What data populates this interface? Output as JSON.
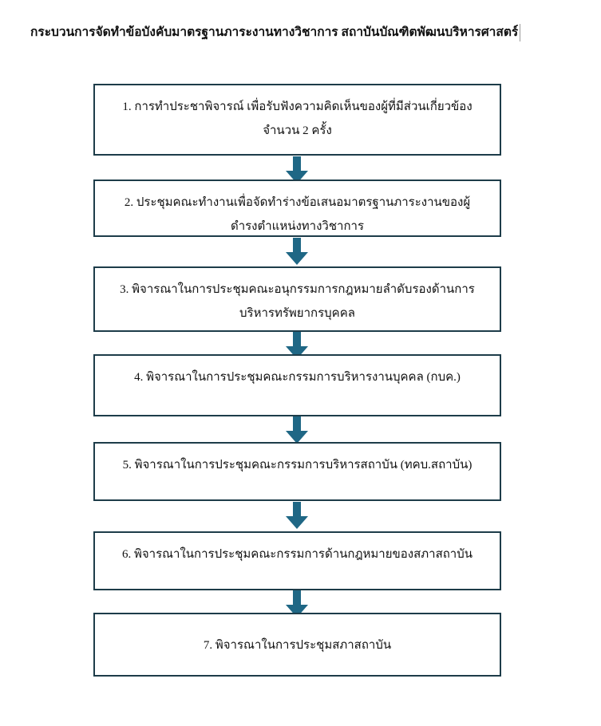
{
  "document": {
    "title": "กระบวนการจัดทำข้อบังคับมาตรฐานภาระงานทางวิชาการ สถาบันบัณฑิตพัฒนบริหารศาสตร์"
  },
  "colors": {
    "box_border": "#1d3c49",
    "arrow": "#1f6785",
    "background": "#ffffff",
    "text": "#111111"
  },
  "flowchart": {
    "type": "vertical-process-flow",
    "arrow_icon_name": "down-arrow-icon",
    "steps": [
      {
        "number": "1.",
        "text": "1.   การทำประชาพิจารณ์ เพื่อรับฟังความคิดเห็นของผู้ที่มีส่วนเกี่ยวข้อง จำนวน 2 ครั้ง"
      },
      {
        "number": "2.",
        "text": "2. ประชุมคณะทำงานเพื่อจัดทำร่างข้อเสนอมาตรฐานภาระงานของผู้ดำรงตำแหน่งทางวิชาการ"
      },
      {
        "number": "3.",
        "text": "3. พิจารณาในการประชุมคณะอนุกรรมการกฎหมายลำดับรองด้านการบริหารทรัพยากรบุคคล"
      },
      {
        "number": "4.",
        "text": "4. พิจารณาในการประชุมคณะกรรมการบริหารงานบุคคล (กบค.)"
      },
      {
        "number": "5.",
        "text": "5. พิจารณาในการประชุมคณะกรรมการบริหารสถาบัน (ทคบ.สถาบัน)"
      },
      {
        "number": "6.",
        "text": "6. พิจารณาในการประชุมคณะกรรมการด้านกฎหมายของสภาสถาบัน"
      },
      {
        "number": "7.",
        "text": "7. พิจารณาในการประชุมสภาสถาบัน"
      }
    ]
  }
}
